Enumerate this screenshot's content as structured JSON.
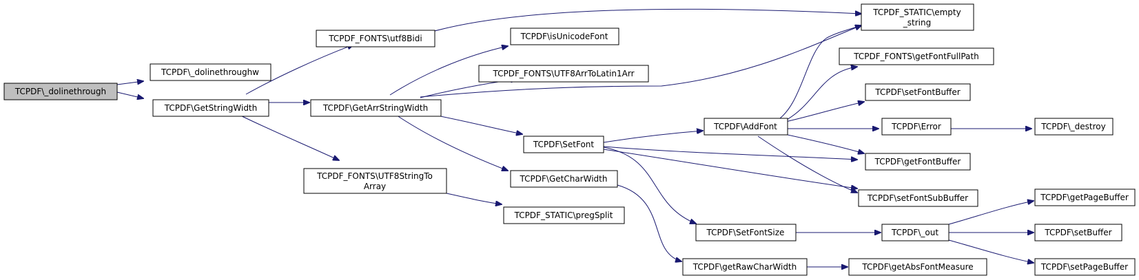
{
  "diagram": {
    "edge_color": "#191970",
    "root_fill": "#bfbfbf",
    "nodes": {
      "dolinethrough": "TCPDF\\_dolinethrough",
      "dolinethroughw": "TCPDF\\_dolinethroughw",
      "GetStringWidth": "TCPDF\\GetStringWidth",
      "utf8Bidi": "TCPDF_FONTS\\utf8Bidi",
      "GetArrStringWidth": "TCPDF\\GetArrStringWidth",
      "UTF8StringToArray_1": "TCPDF_FONTS\\UTF8StringTo",
      "UTF8StringToArray_2": "Array",
      "empty_string_1": "TCPDF_STATIC\\empty",
      "empty_string_2": "_string",
      "isUnicodeFont": "TCPDF\\isUnicodeFont",
      "UTF8ArrToLatin1Arr": "TCPDF_FONTS\\UTF8ArrToLatin1Arr",
      "SetFont": "TCPDF\\SetFont",
      "GetCharWidth": "TCPDF\\GetCharWidth",
      "pregSplit": "TCPDF_STATIC\\pregSplit",
      "AddFont": "TCPDF\\AddFont",
      "SetFontSize": "TCPDF\\SetFontSize",
      "getRawCharWidth": "TCPDF\\getRawCharWidth",
      "getFontFullPath": "TCPDF_FONTS\\getFontFullPath",
      "setFontBuffer": "TCPDF\\setFontBuffer",
      "Error": "TCPDF\\Error",
      "getFontBuffer": "TCPDF\\getFontBuffer",
      "setFontSubBuffer": "TCPDF\\setFontSubBuffer",
      "out": "TCPDF\\_out",
      "getAbsFontMeasure": "TCPDF\\getAbsFontMeasure",
      "destroy": "TCPDF\\_destroy",
      "getPageBuffer": "TCPDF\\getPageBuffer",
      "setBuffer": "TCPDF\\setBuffer",
      "setPageBuffer": "TCPDF\\setPageBuffer"
    },
    "edges": [
      [
        "dolinethrough",
        "dolinethroughw"
      ],
      [
        "dolinethrough",
        "GetStringWidth"
      ],
      [
        "GetStringWidth",
        "utf8Bidi"
      ],
      [
        "GetStringWidth",
        "GetArrStringWidth"
      ],
      [
        "GetStringWidth",
        "UTF8StringToArray"
      ],
      [
        "utf8Bidi",
        "empty_string"
      ],
      [
        "GetArrStringWidth",
        "empty_string"
      ],
      [
        "GetArrStringWidth",
        "isUnicodeFont"
      ],
      [
        "GetArrStringWidth",
        "UTF8ArrToLatin1Arr"
      ],
      [
        "GetArrStringWidth",
        "SetFont"
      ],
      [
        "GetArrStringWidth",
        "GetCharWidth"
      ],
      [
        "UTF8StringToArray",
        "pregSplit"
      ],
      [
        "SetFont",
        "AddFont"
      ],
      [
        "SetFont",
        "getFontBuffer"
      ],
      [
        "SetFont",
        "setFontSubBuffer"
      ],
      [
        "SetFont",
        "SetFontSize"
      ],
      [
        "GetCharWidth",
        "getRawCharWidth"
      ],
      [
        "AddFont",
        "empty_string"
      ],
      [
        "AddFont",
        "getFontFullPath"
      ],
      [
        "AddFont",
        "setFontBuffer"
      ],
      [
        "AddFont",
        "Error"
      ],
      [
        "AddFont",
        "getFontBuffer"
      ],
      [
        "AddFont",
        "setFontSubBuffer"
      ],
      [
        "Error",
        "destroy"
      ],
      [
        "SetFontSize",
        "out"
      ],
      [
        "getRawCharWidth",
        "getAbsFontMeasure"
      ],
      [
        "out",
        "getPageBuffer"
      ],
      [
        "out",
        "setBuffer"
      ],
      [
        "out",
        "setPageBuffer"
      ]
    ]
  }
}
